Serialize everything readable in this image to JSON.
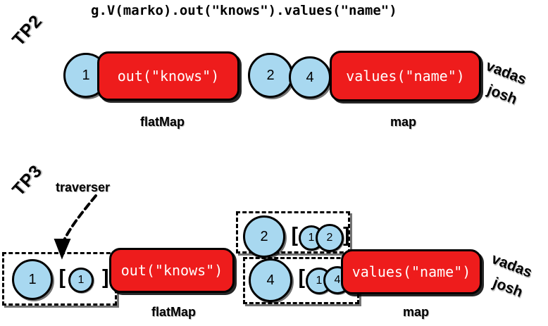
{
  "diagram": {
    "title": "g.V(marko).out(\"knows\").values(\"name\")",
    "rows": [
      {
        "id": "tp2",
        "label": "TP2",
        "op_labels": {
          "flatmap": "flatMap",
          "map": "map"
        },
        "steps": [
          {
            "name": "out-knows-step",
            "text": "out(\"knows\")"
          },
          {
            "name": "values-name-step",
            "text": "values(\"name\")"
          }
        ],
        "nodes": [
          {
            "name": "node-1",
            "text": "1"
          },
          {
            "name": "node-2",
            "text": "2"
          },
          {
            "name": "node-4",
            "text": "4"
          }
        ],
        "results": [
          "vadas",
          "josh"
        ]
      },
      {
        "id": "tp3",
        "label": "TP3",
        "annotation": "traverser",
        "op_labels": {
          "flatmap": "flatMap",
          "map": "map"
        },
        "steps": [
          {
            "name": "out-knows-step",
            "text": "out(\"knows\")"
          },
          {
            "name": "values-name-step",
            "text": "values(\"name\")"
          }
        ],
        "traversers": [
          {
            "name": "traverser-1",
            "head": "1",
            "open_bracket": "[",
            "path": [
              "1"
            ],
            "close_bracket": "]"
          },
          {
            "name": "traverser-2",
            "head": "2",
            "open_bracket": "[",
            "path": [
              "1",
              "2"
            ],
            "close_bracket": "]"
          },
          {
            "name": "traverser-4",
            "head": "4",
            "open_bracket": "[",
            "path": [
              "1",
              "4"
            ],
            "close_bracket": "]"
          }
        ],
        "results": [
          "vadas",
          "josh"
        ]
      }
    ],
    "colors": {
      "step_fill": "#ee1c1c",
      "step_text": "#ffffff",
      "node_fill": "#a8d8f0",
      "stroke": "#000000",
      "background": "#ffffff"
    }
  }
}
